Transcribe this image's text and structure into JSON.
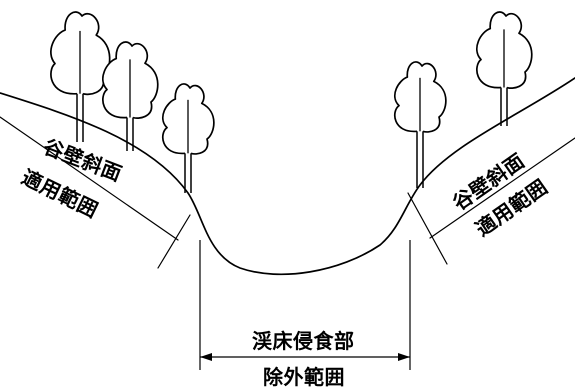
{
  "labels": {
    "left_slope": "谷壁斜面",
    "left_scope": "適用範囲",
    "right_slope": "谷壁斜面",
    "right_scope": "適用範囲",
    "bed_erosion": "渓床侵食部",
    "exclusion": "除外範囲"
  },
  "colors": {
    "line": "#000000",
    "background": "#ffffff"
  },
  "trees": {
    "left_count": 3,
    "right_count": 2,
    "icon": "tree-icon"
  }
}
